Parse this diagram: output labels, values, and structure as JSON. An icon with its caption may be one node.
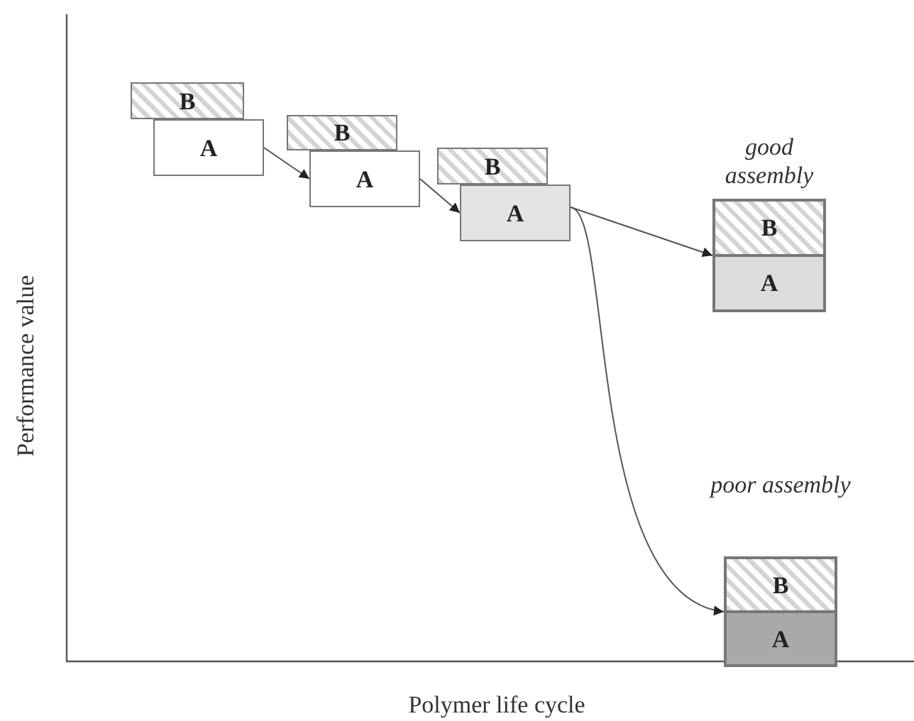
{
  "diagram": {
    "nodes": [
      {
        "text": [
          "B"
        ]
      },
      {
        "text": [
          "A"
        ]
      },
      {
        "text": [
          "B"
        ]
      },
      {
        "text": [
          "A"
        ]
      },
      {
        "text": [
          "B"
        ]
      },
      {
        "text": [
          "A"
        ]
      },
      {
        "text": [
          "good assembly"
        ]
      },
      {
        "text": [
          "B"
        ],
        "in": 6
      },
      {
        "text": [
          "A"
        ],
        "in": 6
      },
      {
        "text": [
          "poor assembly"
        ]
      },
      {
        "text": [
          "B"
        ],
        "in": 9
      },
      {
        "text": [
          "A"
        ],
        "in": 9
      }
    ],
    "edges": [
      {
        "from": 1,
        "to": 3,
        "arrow": "to"
      },
      {
        "from": 3,
        "to": 5,
        "arrow": "to"
      },
      {
        "from": 5,
        "to": 6,
        "arrow": "to"
      },
      {
        "from": 5,
        "to": 9,
        "arrow": "to"
      }
    ],
    "labels": [
      "Performance value",
      "Polymer life cycle"
    ]
  }
}
